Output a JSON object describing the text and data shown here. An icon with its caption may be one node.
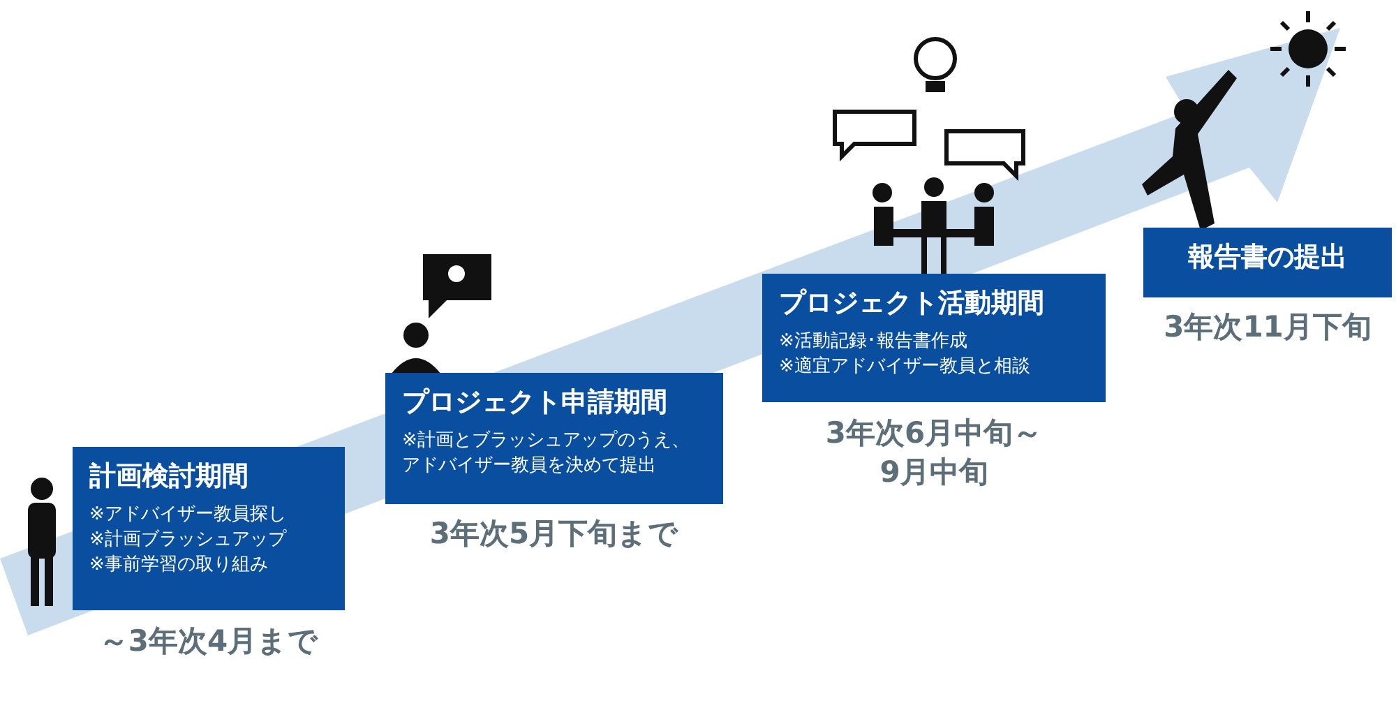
{
  "diagram": {
    "nodes": [
      {
        "text": [
          "計画検討期間",
          "※アドバイザー教員探し",
          "※計画ブラッシュアップ",
          "※事前学習の取り組み"
        ],
        "beside": [
          "～3年次4月まで"
        ]
      },
      {
        "text": [
          "プロジェクト申請期間",
          "※計画とブラッシュアップのうえ、アドバイザー教員を決めて提出"
        ],
        "beside": [
          "3年次5月下旬まで"
        ]
      },
      {
        "text": [
          "プロジェクト活動期間",
          "※活動記録･報告書作成",
          "※適宜アドバイザー教員と相談"
        ],
        "beside": [
          "3年次6月中旬～9月中旬"
        ]
      },
      {
        "text": [
          "報告書の提出"
        ],
        "beside": [
          "3年次11月下旬"
        ]
      }
    ]
  }
}
